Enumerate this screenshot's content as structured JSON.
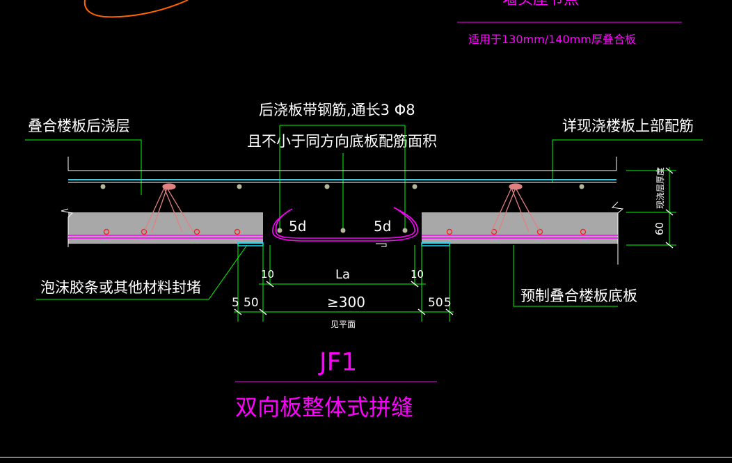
{
  "header": {
    "partial_title": "墙头座节点",
    "applicability_note": "适用于130mm/140mm厚叠合板"
  },
  "callouts": {
    "left_top": "叠合楼板后浇层",
    "center_line1": "后浇板带钢筋,通长3 Φ8",
    "center_line2": "且不小于同方向底板配筋面积",
    "right_top": "详现浇楼板上部配筋",
    "left_bottom": "泡沫胶条或其他材料封堵",
    "right_bottom": "预制叠合楼板底板"
  },
  "dimensions": {
    "side_thickness_top": "现浇层厚度",
    "side_thickness_bottom": "60",
    "hook_left": "5d",
    "hook_right": "5d",
    "left_ten": "10",
    "right_ten": "10",
    "lap_length": "La",
    "left_five": "5",
    "left_fifty": "50",
    "right_fifty": "50",
    "right_five": "5",
    "gap_min": "≥300",
    "gap_note": "见平面"
  },
  "labels": {
    "detail_id": "JF1",
    "detail_name": "双向板整体式拼缝"
  },
  "colors": {
    "background": "#000000",
    "text": "#ffffff",
    "leader": "#00ff00",
    "title": "#ff00ff",
    "rebar": "#ff00ff",
    "slab_fill": "#a8a8a8",
    "sketch": "#ff6600",
    "rebar_dot": "#b5b59a",
    "rebar_circle": "#ff2020"
  }
}
